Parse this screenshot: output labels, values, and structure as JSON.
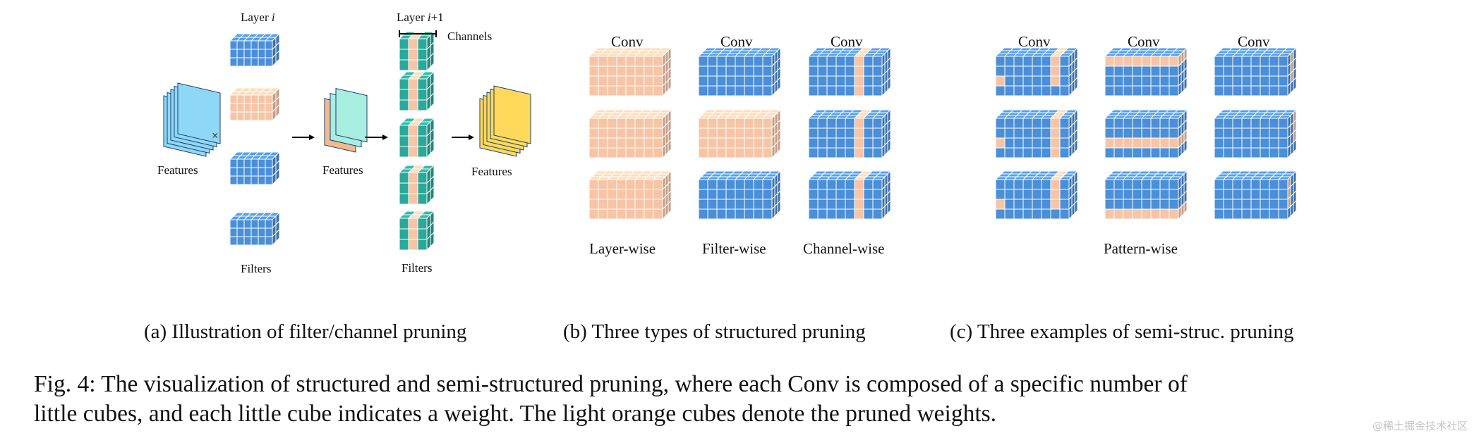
{
  "panel_a": {
    "layer_i": "Layer i",
    "layer_i1": "Layer i+1",
    "channels": "Channels",
    "times": "×",
    "features_in": "Features",
    "features_mid": "Features",
    "features_out": "Features",
    "filters_1": "Filters",
    "filters_2": "Filters"
  },
  "panel_b": {
    "conv_labels": [
      "Conv",
      "Conv",
      "Conv"
    ],
    "types": [
      "Layer-wise",
      "Filter-wise",
      "Channel-wise"
    ]
  },
  "panel_c": {
    "conv_labels": [
      "Conv",
      "Conv",
      "Conv"
    ],
    "type": "Pattern-wise"
  },
  "subcaptions": {
    "a": "(a) Illustration of filter/channel pruning",
    "b": "(b) Three types of structured pruning",
    "c": "(c) Three examples of semi-struc. pruning"
  },
  "caption": {
    "line1": "Fig. 4: The visualization of structured and semi-structured pruning, where each Conv is composed of a specific number of",
    "line2": "little cubes, and each little cube indicates a weight. The light orange cubes denote the pruned weights."
  },
  "watermark": "@稀土掘金技术社区",
  "colors": {
    "weight": "#4a8fd8",
    "pruned": "#f7c4a6",
    "teal": "#2aa89a",
    "feature_blue": "#8fd8f5",
    "feature_teal": "#a8eee0",
    "feature_yellow": "#ffd95a"
  }
}
